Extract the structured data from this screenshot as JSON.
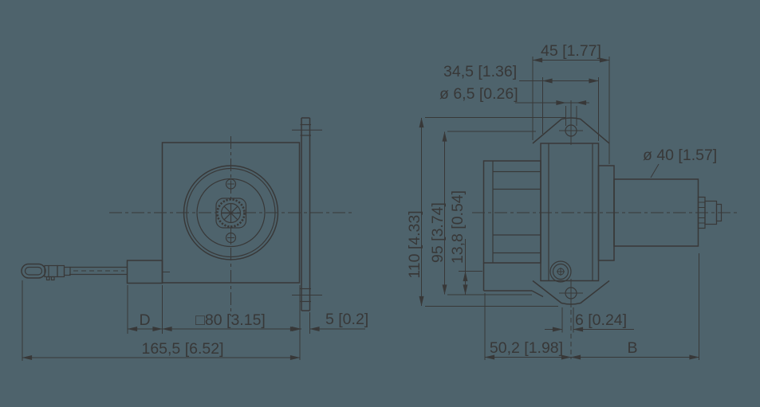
{
  "colors": {
    "background": "#4E636C",
    "line": "#383838"
  },
  "labels": {
    "front": {
      "cable_outlet_width": "D",
      "body_square": "□80 [3.15]",
      "flange_thickness": "5 [0.2]",
      "overall_length": "165,5 [6.52]"
    },
    "side": {
      "depth": "45 [1.77]",
      "drum_depth": "34,5 [1.36]",
      "mounting_hole_dia": "ø 6,5 [0.26]",
      "sensor_dia": "ø 40 [1.57]",
      "overall_height": "110 [4.33]",
      "hole_spacing": "95 [3.74]",
      "wire_offset_v": "13,8 [0.54]",
      "wire_offset_h": "6 [0.24]",
      "drum_to_axis": "50,2 [1.98]",
      "axis_to_end": "B"
    }
  }
}
